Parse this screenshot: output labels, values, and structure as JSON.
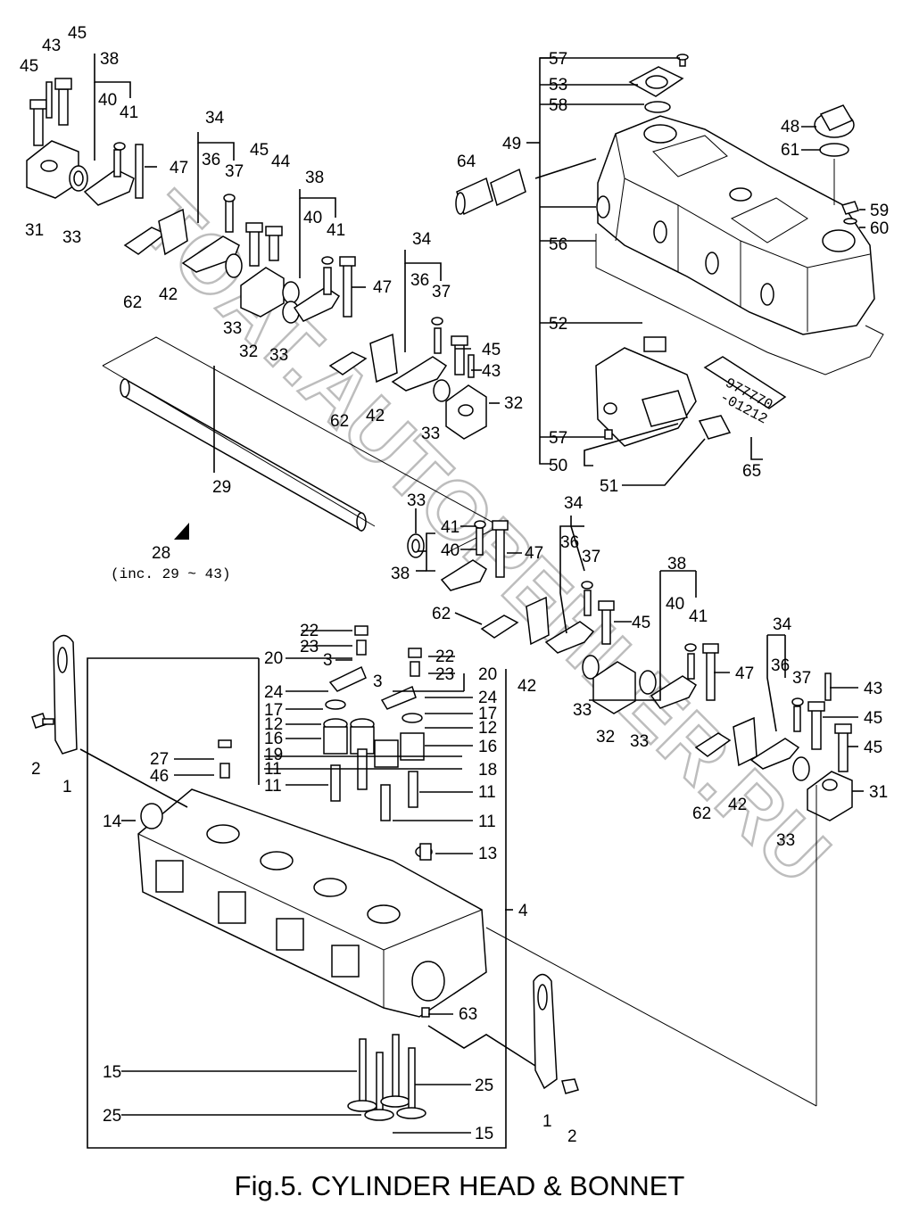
{
  "figure": {
    "title": "Fig.5.  CYLINDER HEAD & BONNET",
    "assembly_note_label": "28",
    "assembly_note_text": "(inc. 29 ~ 43)",
    "watermark": "TOAT.AUTOPEHLER.RU"
  },
  "callouts": [
    {
      "n": "45"
    },
    {
      "n": "43"
    },
    {
      "n": "45"
    },
    {
      "n": "38"
    },
    {
      "n": "40"
    },
    {
      "n": "41"
    },
    {
      "n": "47"
    },
    {
      "n": "31"
    },
    {
      "n": "33"
    },
    {
      "n": "62"
    },
    {
      "n": "42"
    },
    {
      "n": "34"
    },
    {
      "n": "36"
    },
    {
      "n": "37"
    },
    {
      "n": "45"
    },
    {
      "n": "44"
    },
    {
      "n": "33"
    },
    {
      "n": "32"
    },
    {
      "n": "33"
    },
    {
      "n": "38"
    },
    {
      "n": "40"
    },
    {
      "n": "41"
    },
    {
      "n": "47"
    },
    {
      "n": "34"
    },
    {
      "n": "36"
    },
    {
      "n": "37"
    },
    {
      "n": "45"
    },
    {
      "n": "43"
    },
    {
      "n": "32"
    },
    {
      "n": "33"
    },
    {
      "n": "62"
    },
    {
      "n": "42"
    },
    {
      "n": "29"
    },
    {
      "n": "57"
    },
    {
      "n": "53"
    },
    {
      "n": "58"
    },
    {
      "n": "49"
    },
    {
      "n": "64"
    },
    {
      "n": "56"
    },
    {
      "n": "52"
    },
    {
      "n": "57"
    },
    {
      "n": "50"
    },
    {
      "n": "51"
    },
    {
      "n": "65"
    },
    {
      "n": "48"
    },
    {
      "n": "61"
    },
    {
      "n": "59"
    },
    {
      "n": "60"
    },
    {
      "n": "33"
    },
    {
      "n": "41"
    },
    {
      "n": "40"
    },
    {
      "n": "47"
    },
    {
      "n": "38"
    },
    {
      "n": "62"
    },
    {
      "n": "42"
    },
    {
      "n": "34"
    },
    {
      "n": "36"
    },
    {
      "n": "37"
    },
    {
      "n": "45"
    },
    {
      "n": "38"
    },
    {
      "n": "40"
    },
    {
      "n": "41"
    },
    {
      "n": "47"
    },
    {
      "n": "33"
    },
    {
      "n": "32"
    },
    {
      "n": "33"
    },
    {
      "n": "62"
    },
    {
      "n": "42"
    },
    {
      "n": "34"
    },
    {
      "n": "36"
    },
    {
      "n": "37"
    },
    {
      "n": "43"
    },
    {
      "n": "45"
    },
    {
      "n": "45"
    },
    {
      "n": "31"
    },
    {
      "n": "33"
    },
    {
      "n": "20"
    },
    {
      "n": "22"
    },
    {
      "n": "23"
    },
    {
      "n": "3"
    },
    {
      "n": "24"
    },
    {
      "n": "17"
    },
    {
      "n": "12"
    },
    {
      "n": "16"
    },
    {
      "n": "19"
    },
    {
      "n": "11"
    },
    {
      "n": "11"
    },
    {
      "n": "22"
    },
    {
      "n": "23"
    },
    {
      "n": "3"
    },
    {
      "n": "20"
    },
    {
      "n": "24"
    },
    {
      "n": "17"
    },
    {
      "n": "12"
    },
    {
      "n": "16"
    },
    {
      "n": "18"
    },
    {
      "n": "11"
    },
    {
      "n": "11"
    },
    {
      "n": "27"
    },
    {
      "n": "46"
    },
    {
      "n": "14"
    },
    {
      "n": "13"
    },
    {
      "n": "4"
    },
    {
      "n": "63"
    },
    {
      "n": "15"
    },
    {
      "n": "25"
    },
    {
      "n": "25"
    },
    {
      "n": "15"
    },
    {
      "n": "2"
    },
    {
      "n": "1"
    },
    {
      "n": "1"
    },
    {
      "n": "2"
    }
  ],
  "tube_label": {
    "line1": "977770",
    "line2": "-01212"
  }
}
